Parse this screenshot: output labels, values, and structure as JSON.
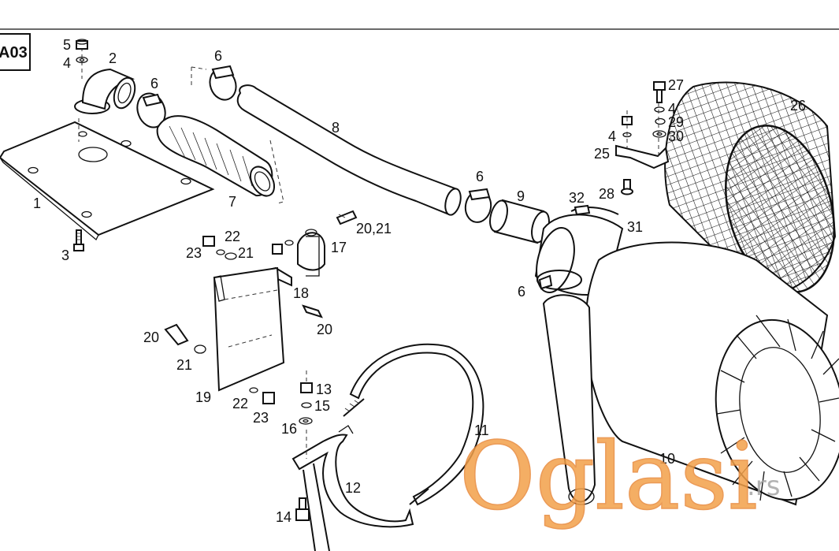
{
  "diagram": {
    "code": "A03",
    "labels": [
      {
        "id": "l1",
        "text": "1"
      },
      {
        "id": "l2",
        "text": "2"
      },
      {
        "id": "l3",
        "text": "3"
      },
      {
        "id": "l4a",
        "text": "4"
      },
      {
        "id": "l5",
        "text": "5"
      },
      {
        "id": "l6a",
        "text": "6"
      },
      {
        "id": "l6b",
        "text": "6"
      },
      {
        "id": "l6c",
        "text": "6"
      },
      {
        "id": "l6d",
        "text": "6"
      },
      {
        "id": "l7",
        "text": "7"
      },
      {
        "id": "l8",
        "text": "8"
      },
      {
        "id": "l9",
        "text": "9"
      },
      {
        "id": "l10",
        "text": "10"
      },
      {
        "id": "l11",
        "text": "11"
      },
      {
        "id": "l12",
        "text": "12"
      },
      {
        "id": "l13",
        "text": "13"
      },
      {
        "id": "l14",
        "text": "14"
      },
      {
        "id": "l15",
        "text": "15"
      },
      {
        "id": "l16",
        "text": "16"
      },
      {
        "id": "l17",
        "text": "17"
      },
      {
        "id": "l18",
        "text": "18"
      },
      {
        "id": "l19",
        "text": "19"
      },
      {
        "id": "l20a",
        "text": "20,21"
      },
      {
        "id": "l20b",
        "text": "20"
      },
      {
        "id": "l20c",
        "text": "20"
      },
      {
        "id": "l21a",
        "text": "21"
      },
      {
        "id": "l21b",
        "text": "21"
      },
      {
        "id": "l22a",
        "text": "22"
      },
      {
        "id": "l22b",
        "text": "22"
      },
      {
        "id": "l23a",
        "text": "23"
      },
      {
        "id": "l23b",
        "text": "23"
      },
      {
        "id": "l25",
        "text": "25"
      },
      {
        "id": "l26",
        "text": "26"
      },
      {
        "id": "l27",
        "text": "27"
      },
      {
        "id": "l4b",
        "text": "4"
      },
      {
        "id": "l4c",
        "text": "4"
      },
      {
        "id": "l28",
        "text": "28"
      },
      {
        "id": "l29",
        "text": "29"
      },
      {
        "id": "l30",
        "text": "30"
      },
      {
        "id": "l31",
        "text": "31"
      },
      {
        "id": "l32",
        "text": "32"
      }
    ]
  },
  "watermark": {
    "brand": "Oglasi",
    "suffix": ".rs",
    "brand_color": "#f3a14a",
    "suffix_color": "#a6a6a6"
  }
}
